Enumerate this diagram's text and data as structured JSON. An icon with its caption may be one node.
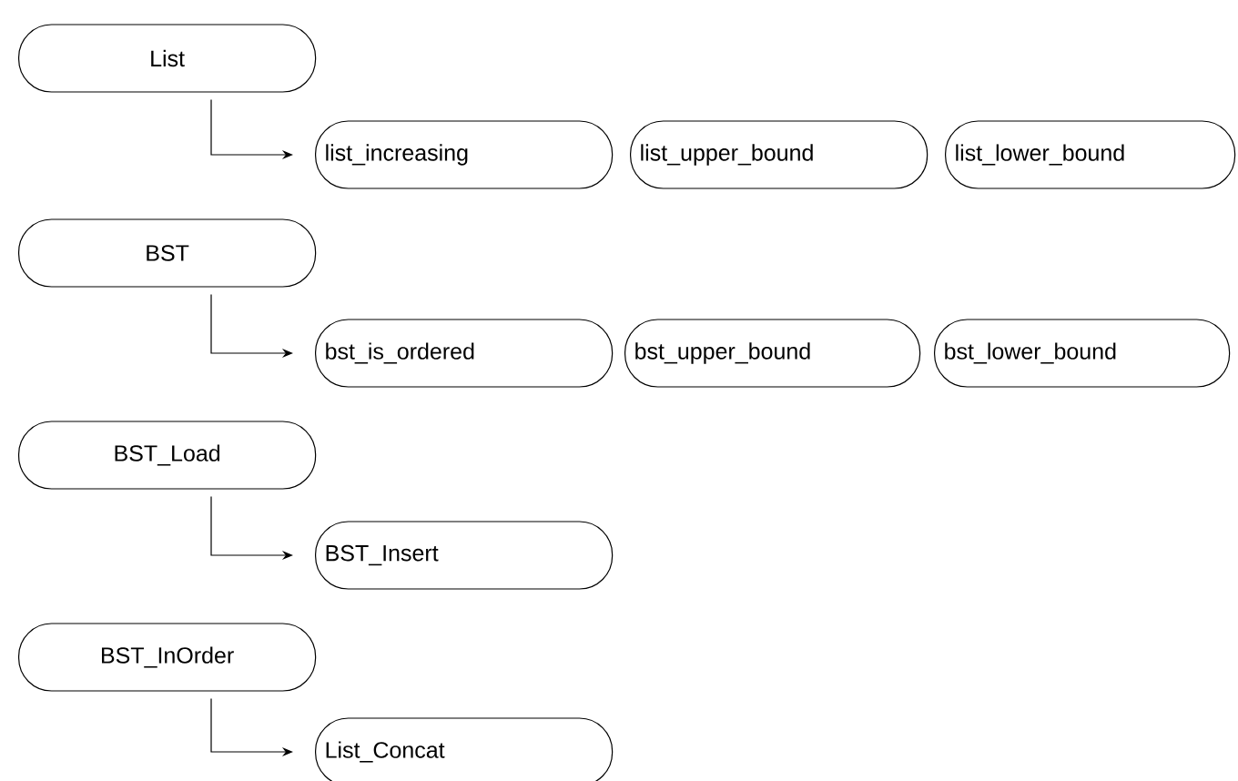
{
  "diagram": {
    "nodes": [
      {
        "text": [
          "List"
        ]
      },
      {
        "text": [
          "list_increasing"
        ]
      },
      {
        "text": [
          "list_upper_bound"
        ]
      },
      {
        "text": [
          "list_lower_bound"
        ]
      },
      {
        "text": [
          "BST"
        ]
      },
      {
        "text": [
          "bst_is_ordered"
        ]
      },
      {
        "text": [
          "bst_upper_bound"
        ]
      },
      {
        "text": [
          "bst_lower_bound"
        ]
      },
      {
        "text": [
          "BST_Load"
        ]
      },
      {
        "text": [
          "BST_Insert"
        ]
      },
      {
        "text": [
          "BST_InOrder"
        ]
      },
      {
        "text": [
          "List_Concat"
        ]
      }
    ],
    "edges": [
      {
        "from": 0,
        "to": 1,
        "arrow": "to"
      },
      {
        "from": 4,
        "to": 5,
        "arrow": "to"
      },
      {
        "from": 8,
        "to": 9,
        "arrow": "to"
      },
      {
        "from": 10,
        "to": 11,
        "arrow": "to"
      }
    ]
  }
}
